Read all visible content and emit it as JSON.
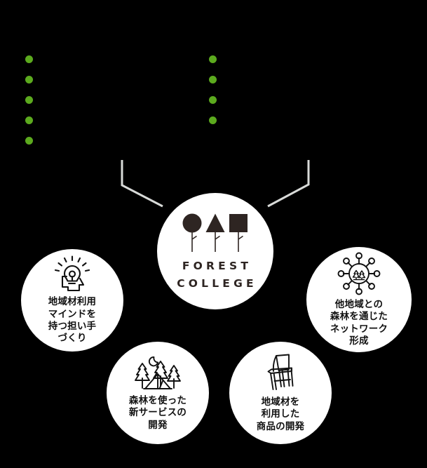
{
  "page": {
    "background_color": "#000000",
    "accent_green": "#5caa1e",
    "connector_color": "#d8dad8",
    "logo_color": "#2e2522",
    "circle_color": "#ffffff"
  },
  "bullet_lists": {
    "left": {
      "name": "left-bullet-list",
      "items": [
        {
          "text": ""
        },
        {
          "text": ""
        },
        {
          "text": ""
        },
        {
          "text": ""
        },
        {
          "text": ""
        }
      ]
    },
    "right": {
      "name": "right-bullet-list",
      "items": [
        {
          "text": ""
        },
        {
          "text": ""
        },
        {
          "text": ""
        },
        {
          "text": ""
        }
      ]
    }
  },
  "center": {
    "icon": "three-trees-logo-icon",
    "logo_line1": "FOREST",
    "logo_line2": "COLLEGE"
  },
  "nodes": [
    {
      "id": "mindset",
      "icon": "head-lightbulb-icon",
      "label_lines": [
        "地域材利用",
        "マインドを",
        "持つ担い手",
        "づくり"
      ]
    },
    {
      "id": "network",
      "icon": "network-hub-trees-icon",
      "label_lines": [
        "他地域との",
        "森林を通じた",
        "ネットワーク",
        "形成"
      ]
    },
    {
      "id": "service",
      "icon": "tent-forest-moon-icon",
      "label_lines": [
        "森林を使った",
        "新サービスの",
        "開発"
      ]
    },
    {
      "id": "product",
      "icon": "wooden-chair-icon",
      "label_lines": [
        "地域材を",
        "利用した",
        "商品の開発"
      ]
    }
  ]
}
